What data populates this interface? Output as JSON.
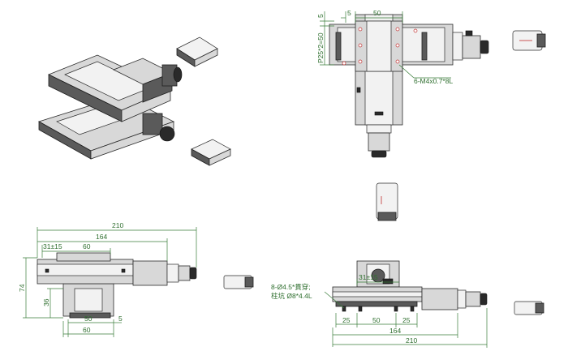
{
  "top_view": {
    "dims": {
      "w5": "5",
      "w50": "50",
      "h5": "5",
      "h25x2": "P25*2=50",
      "hole_note": "6-M4x0.7*8L"
    }
  },
  "front_view": {
    "dims": {
      "d210": "210",
      "d164": "164",
      "d31": "31±15",
      "d60_top": "60",
      "d74": "74",
      "d36": "36",
      "d50": "50",
      "d5": "5",
      "d60_bottom": "60"
    }
  },
  "side_view": {
    "dims": {
      "d31": "31±15",
      "note1": "8-Ø4.5*貫穿;",
      "note2": "柱坑 Ø8*4.4L",
      "d25a": "25",
      "d50": "50",
      "d25b": "25",
      "d164": "164",
      "d210": "210"
    }
  },
  "colors": {
    "dimension": "#3a7d3a",
    "hole_mark": "#c03030",
    "part_body": "#d8d8d8"
  }
}
